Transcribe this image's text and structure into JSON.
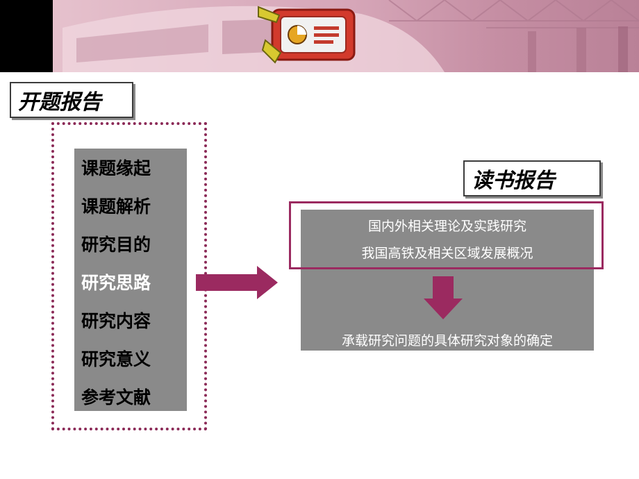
{
  "header": {
    "kaiti_title": "开题报告",
    "dushu_title": "读书报告"
  },
  "menu": {
    "items": [
      {
        "label": "课题缘起",
        "active": false
      },
      {
        "label": "课题解析",
        "active": false
      },
      {
        "label": "研究目的",
        "active": false
      },
      {
        "label": "研究思路",
        "active": true
      },
      {
        "label": "研究内容",
        "active": false
      },
      {
        "label": "研究意义",
        "active": false
      },
      {
        "label": "参考文献",
        "active": false
      }
    ]
  },
  "reading": {
    "line1": "国内外相关理论及实践研究",
    "line2": "我国高铁及相关区域发展概况",
    "result": "承载研究问题的具体研究对象的确定"
  },
  "colors": {
    "accent": "#9b2a60",
    "panel_gray": "#8a8a8a",
    "active_text": "#ffffff"
  }
}
